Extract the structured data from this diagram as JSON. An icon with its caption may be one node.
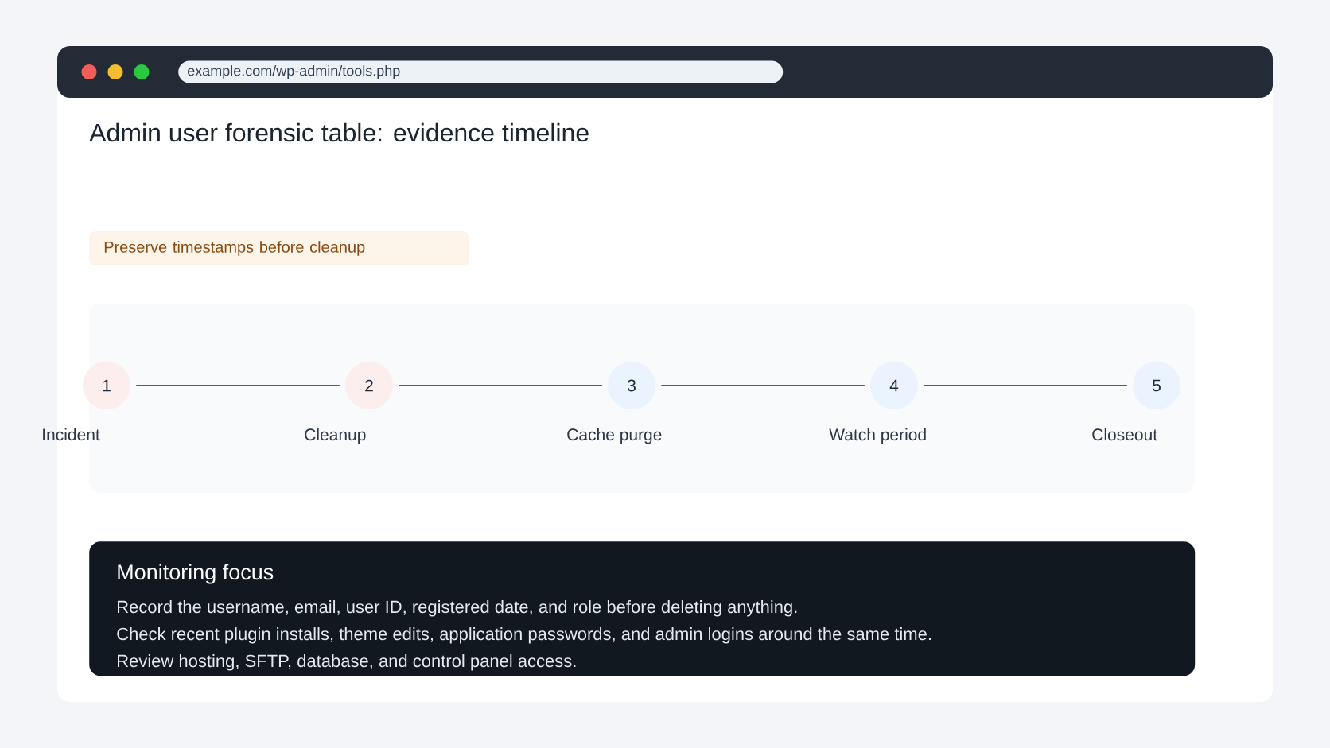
{
  "diagram": {
    "title": "Admin user forensic table: evidence timeline",
    "nodes": [
      {
        "text": [
          "Preserve timestamps before cleanup"
        ]
      },
      {
        "text": [
          "1"
        ],
        "beside": [
          "Incident"
        ]
      },
      {
        "text": [
          "2"
        ],
        "beside": [
          "Cleanup"
        ]
      },
      {
        "text": [
          "3"
        ],
        "beside": [
          "Cache purge"
        ]
      },
      {
        "text": [
          "4"
        ],
        "beside": [
          "Watch period"
        ]
      },
      {
        "text": [
          "5"
        ],
        "beside": [
          "Closeout"
        ]
      },
      {
        "text": [
          "Monitoring focus",
          "Record the username, email, user ID, registered date, and role before deleting anything.",
          "Check recent plugin installs, theme edits, application passwords, and admin logins around the same time.",
          "Review hosting, SFTP, database, and control panel access."
        ]
      }
    ],
    "edges": [
      {
        "from": 1,
        "to": 2,
        "arrow": "none"
      },
      {
        "from": 2,
        "to": 3,
        "arrow": "none"
      },
      {
        "from": 3,
        "to": 4,
        "arrow": "none"
      },
      {
        "from": 4,
        "to": 5,
        "arrow": "none"
      }
    ],
    "labels": [
      "example.com/wp-admin/tools.php"
    ]
  }
}
